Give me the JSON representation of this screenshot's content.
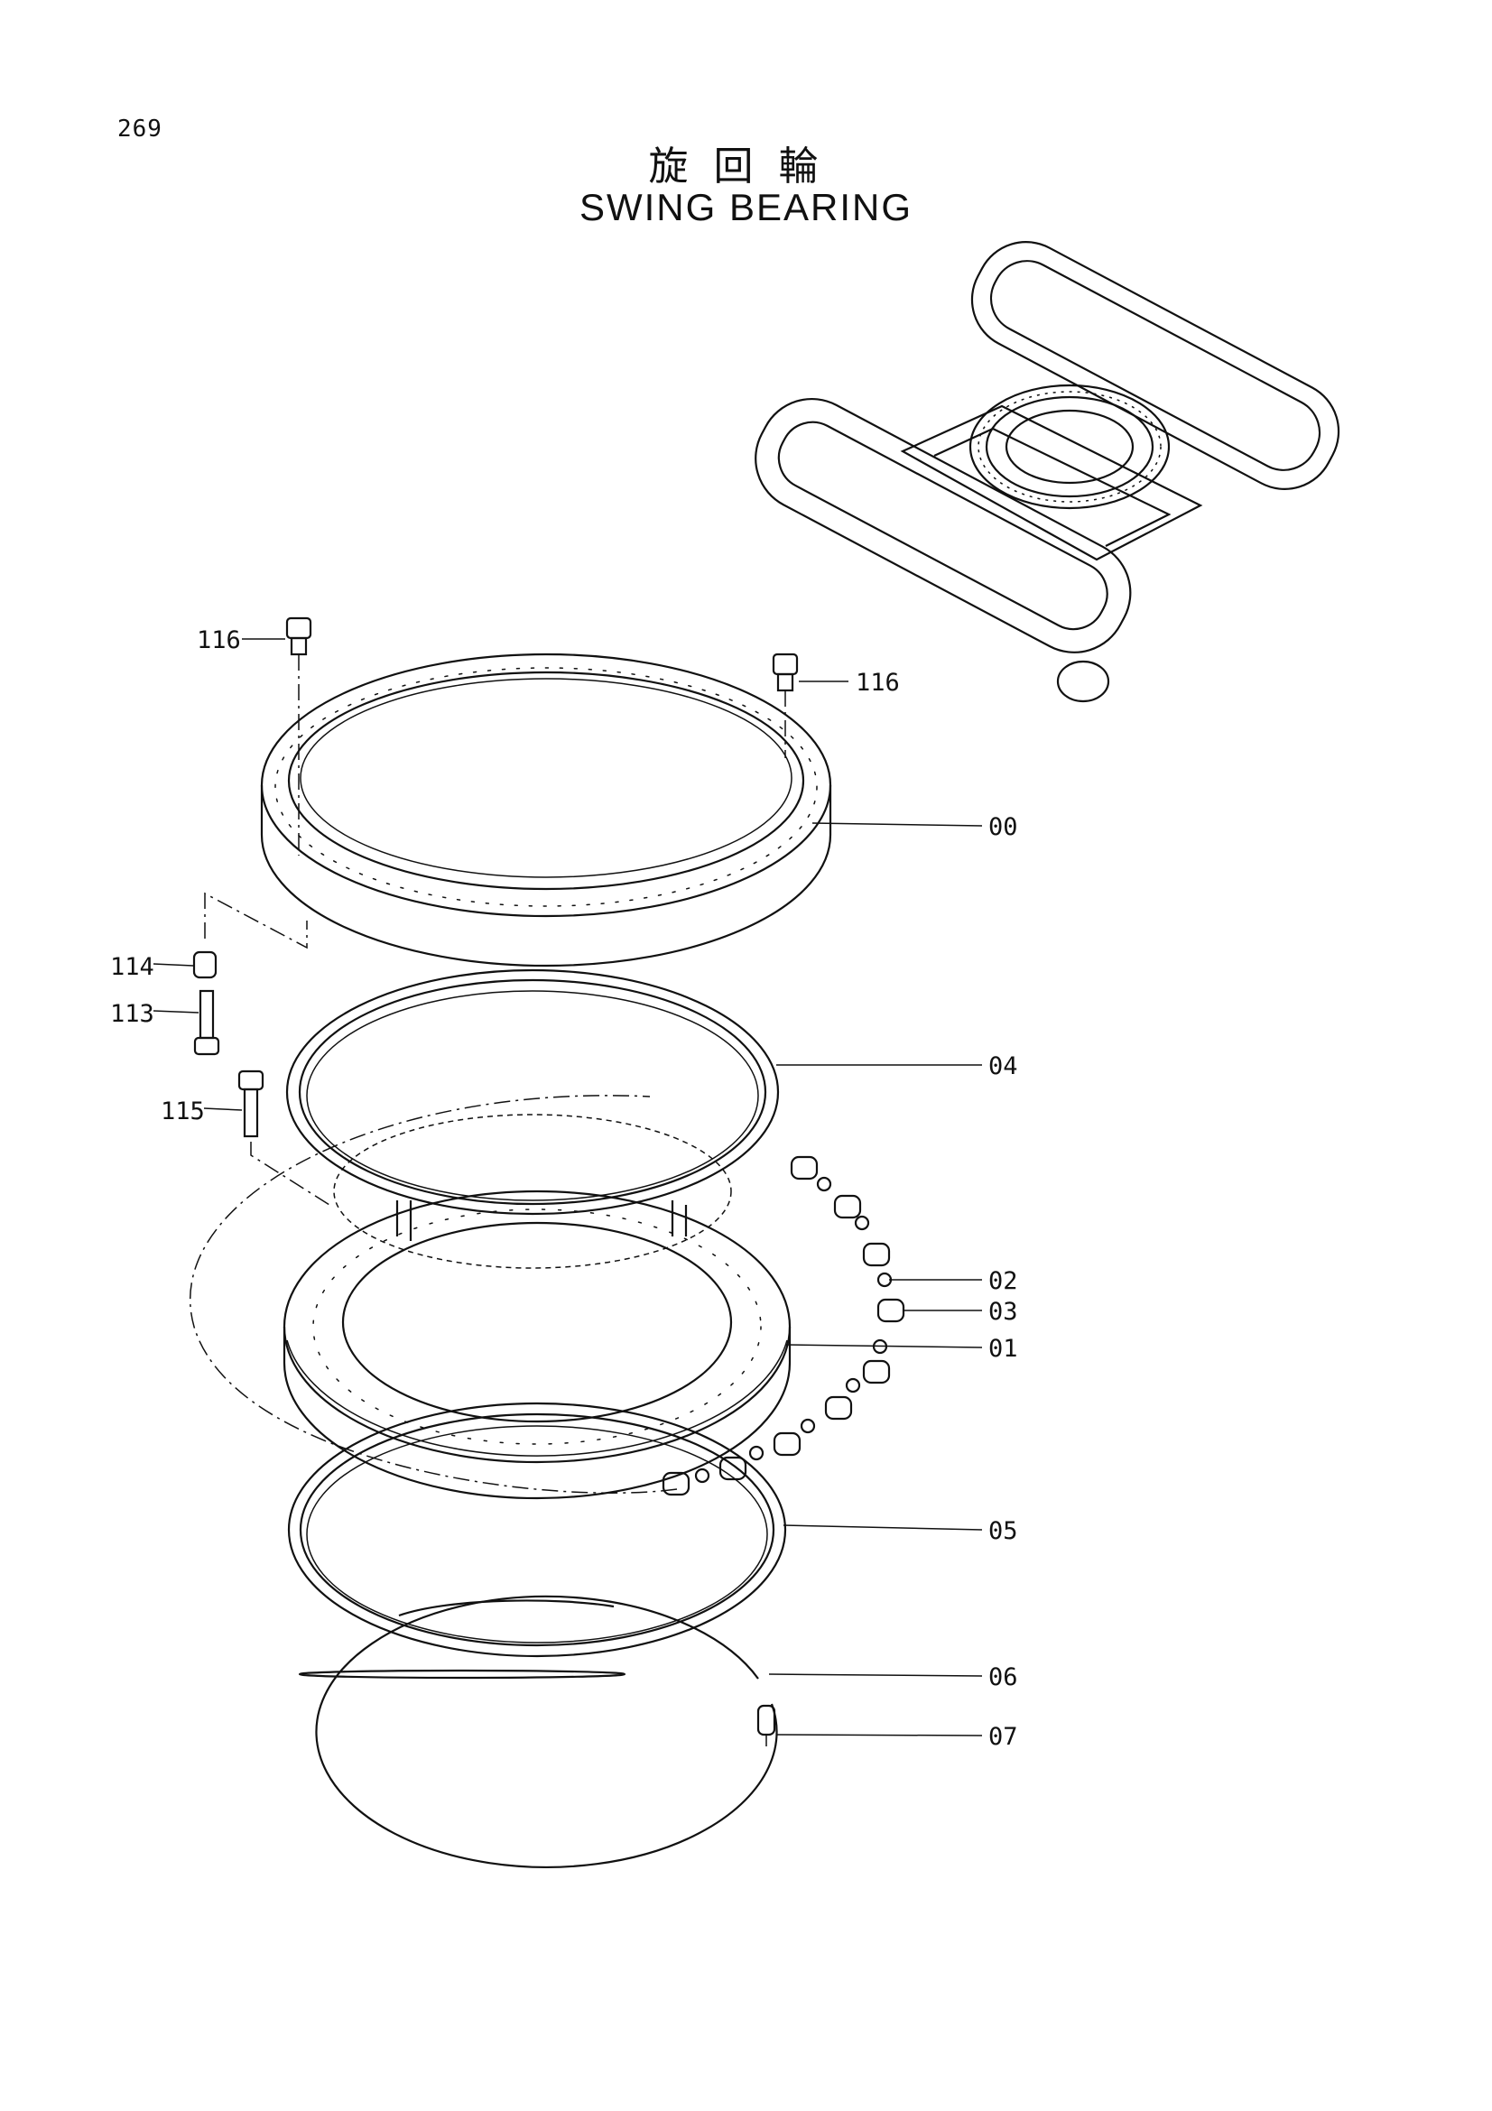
{
  "page_number": "269",
  "title_jp": "旋回輪",
  "title_en": "SWING BEARING",
  "callouts": {
    "c116a": "116",
    "c116b": "116",
    "c00": "00",
    "c114": "114",
    "c113": "113",
    "c04": "04",
    "c115": "115",
    "c02": "02",
    "c03": "03",
    "c01": "01",
    "c05": "05",
    "c06": "06",
    "c07": "07"
  }
}
